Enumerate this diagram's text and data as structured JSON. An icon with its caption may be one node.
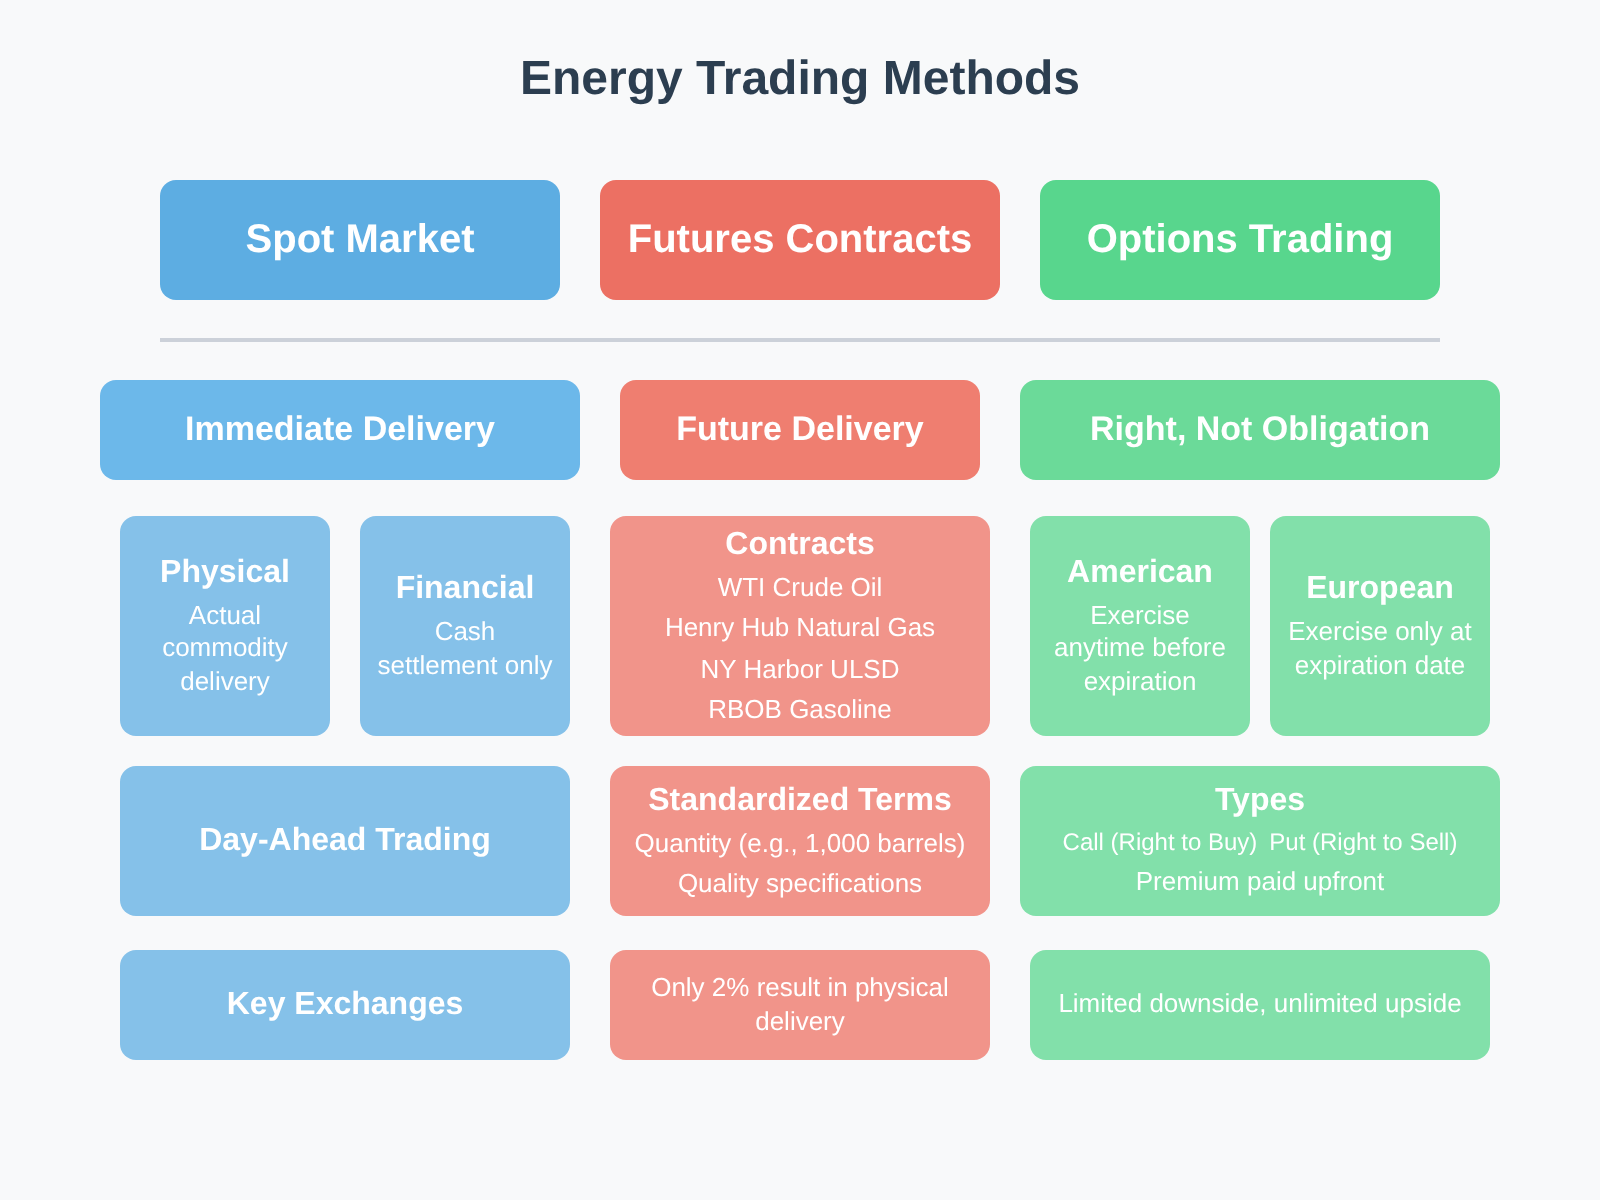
{
  "diagram": {
    "title": "Energy Trading Methods",
    "nodes": [
      {
        "text": [
          "Spot Market"
        ]
      },
      {
        "text": [
          "Futures Contracts"
        ]
      },
      {
        "text": [
          "Options Trading"
        ]
      },
      {
        "text": [
          "Immediate Delivery"
        ]
      },
      {
        "text": [
          "Future Delivery"
        ]
      },
      {
        "text": [
          "Right, Not Obligation"
        ]
      },
      {
        "text": [
          "Physical",
          "Actual commodity delivery"
        ]
      },
      {
        "text": [
          "Financial",
          "Cash settlement only"
        ]
      },
      {
        "text": [
          "Contracts",
          "WTI Crude Oil",
          "Henry Hub Natural Gas",
          "NY Harbor ULSD",
          "RBOB Gasoline"
        ]
      },
      {
        "text": [
          "American",
          "Exercise anytime before expiration"
        ]
      },
      {
        "text": [
          "European",
          "Exercise only at expiration date"
        ]
      },
      {
        "text": [
          "Day-Ahead Trading"
        ]
      },
      {
        "text": [
          "Standardized Terms",
          "Quantity (e.g., 1,000 barrels)",
          "Quality specifications"
        ]
      },
      {
        "text": [
          "Types",
          "Call (Right to Buy)",
          "Put (Right to Sell)",
          "Premium paid upfront"
        ]
      },
      {
        "text": [
          "Key Exchanges"
        ]
      },
      {
        "text": [
          "Only 2% result in physical delivery"
        ]
      },
      {
        "text": [
          "Limited downside, unlimited upside"
        ]
      }
    ]
  }
}
